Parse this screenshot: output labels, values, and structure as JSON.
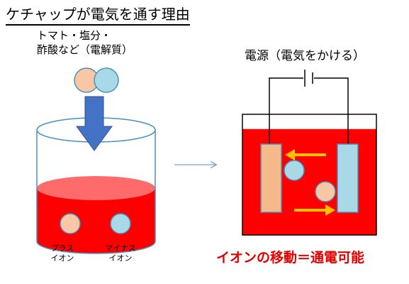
{
  "title": "ケチャップが電気を通す理由",
  "electrolyte_label": [
    "トマト・塩分・",
    "酢酸など（電解質）"
  ],
  "power_source_label": "電源（電気をかける）",
  "plus_ion_label": [
    "プラス",
    "イオン"
  ],
  "minus_ion_label": [
    "マイナス",
    "イオン"
  ],
  "conclusion": "イオンの移動＝通電可能",
  "colors": {
    "ketchup": "#ff0000",
    "ketchup_surface": "#ff6a6a",
    "plus_ion": "#f9c7a3",
    "minus_ion": "#a9d8e6",
    "arrow_down": "#4472c4",
    "arrow_flow": "#ffc000",
    "anode": "#f5b98a",
    "cathode": "#a9d8e6",
    "conclusion_text": "#e60000"
  }
}
